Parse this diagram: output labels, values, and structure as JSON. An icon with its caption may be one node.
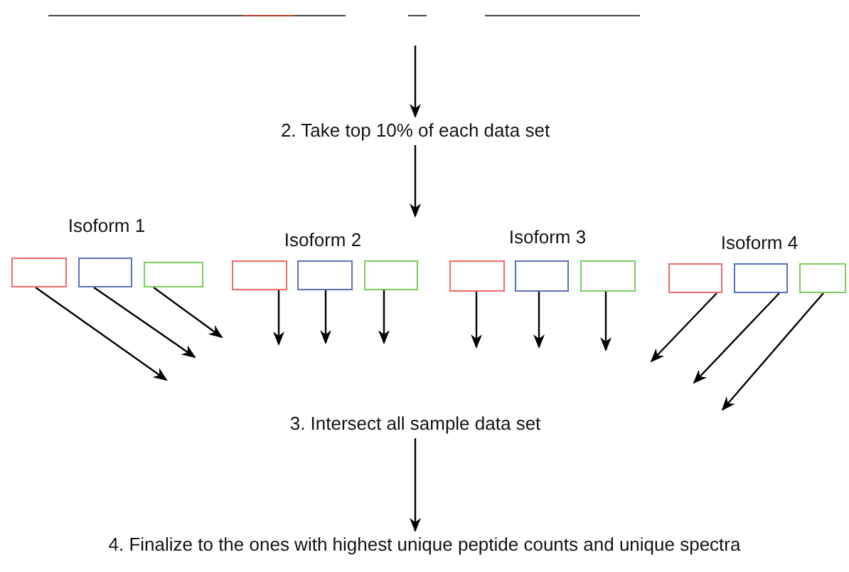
{
  "diagram": {
    "nodes": [
      {
        "text": [
          "2. Take top 10% of each data set"
        ]
      },
      {
        "text": [],
        "shape": "box"
      },
      {
        "text": [],
        "shape": "box"
      },
      {
        "text": [],
        "shape": "box"
      },
      {
        "text": [],
        "shape": "box"
      },
      {
        "text": [],
        "shape": "box"
      },
      {
        "text": [],
        "shape": "box"
      },
      {
        "text": [],
        "shape": "box"
      },
      {
        "text": [],
        "shape": "box"
      },
      {
        "text": [],
        "shape": "box"
      },
      {
        "text": [],
        "shape": "box"
      },
      {
        "text": [],
        "shape": "box"
      },
      {
        "text": [],
        "shape": "box"
      },
      {
        "text": [
          "3. Intersect all sample data set"
        ]
      },
      {
        "text": [
          "4. Finalize to the ones with highest unique peptide counts and unique spectra"
        ]
      }
    ],
    "edges": [
      {
        "from": null,
        "to": 0,
        "arrow": "to"
      },
      {
        "from": 0,
        "to": null,
        "arrow": "to"
      },
      {
        "from": 1,
        "to": null,
        "arrow": "to"
      },
      {
        "from": 2,
        "to": null,
        "arrow": "to"
      },
      {
        "from": 3,
        "to": null,
        "arrow": "to"
      },
      {
        "from": 4,
        "to": null,
        "arrow": "to"
      },
      {
        "from": 5,
        "to": null,
        "arrow": "to"
      },
      {
        "from": 6,
        "to": null,
        "arrow": "to"
      },
      {
        "from": 7,
        "to": null,
        "arrow": "to"
      },
      {
        "from": 8,
        "to": null,
        "arrow": "to"
      },
      {
        "from": 9,
        "to": null,
        "arrow": "to"
      },
      {
        "from": 10,
        "to": null,
        "arrow": "to"
      },
      {
        "from": 11,
        "to": null,
        "arrow": "to"
      },
      {
        "from": 12,
        "to": null,
        "arrow": "to"
      },
      {
        "from": 13,
        "to": 14,
        "arrow": "to"
      }
    ],
    "labels": [
      "Isoform 1",
      "Isoform 2",
      "Isoform 3",
      "Isoform 4"
    ]
  }
}
